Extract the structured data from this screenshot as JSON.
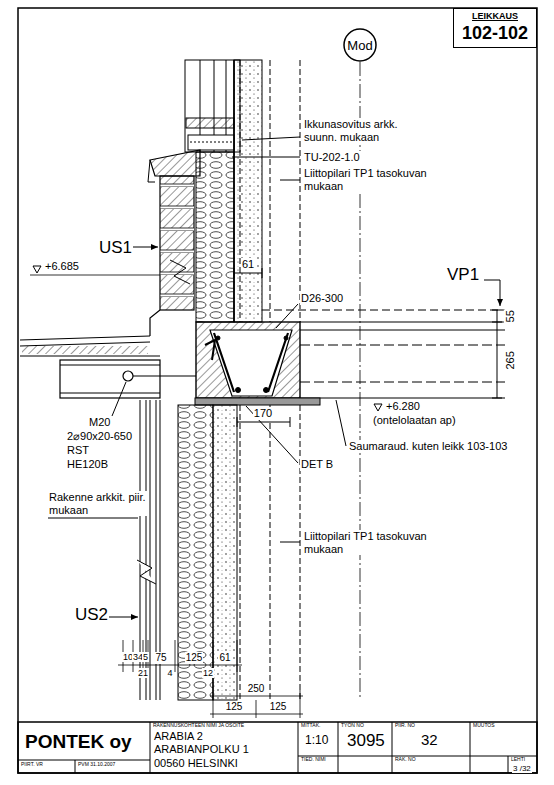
{
  "diagram": {
    "nodes": [
      {
        "text": [
          "Mod"
        ]
      },
      {
        "text": [
          "LEIKKAUS",
          "102-102"
        ]
      }
    ],
    "labels": [
      "Ikkunasovitus arkk. suunn. mukaan",
      "TU-202-1.0",
      "Liittopilari TP1 tasokuvan mukaan",
      "US1",
      "+6.685",
      "61",
      "VP1",
      "D26-300",
      "55",
      "265",
      "M20",
      "2⌀90x20-650",
      "RST",
      "HE120B",
      "+6.280",
      "(ontelolaatan ap)",
      "170",
      "DET B",
      "Saumaraud. kuten leikk 103-103",
      "Rakenne arkkit. piir. mukaan",
      "Liittopilari TP1 tasokuvan mukaan",
      "US2",
      "10",
      "34",
      "5",
      "75",
      "125",
      "61",
      "21",
      "4",
      "12",
      "250",
      "125",
      "125",
      "PONTEK oy",
      "RAKENNUSKOHTEEN NIMI JA OSOITE",
      "ARABIA 2",
      "ARABIANPOLKU 1",
      "00560 HELSINKI",
      "MITTAK.",
      "1:10",
      "TYÖN NO",
      "3095",
      "PIIR. NO",
      "32",
      "MUUTOS",
      "TIED. NIMI",
      "RAK. NO",
      "LEHTI",
      "3 /32",
      "PIIRT. VR",
      "PVM 31.10.2007"
    ]
  }
}
